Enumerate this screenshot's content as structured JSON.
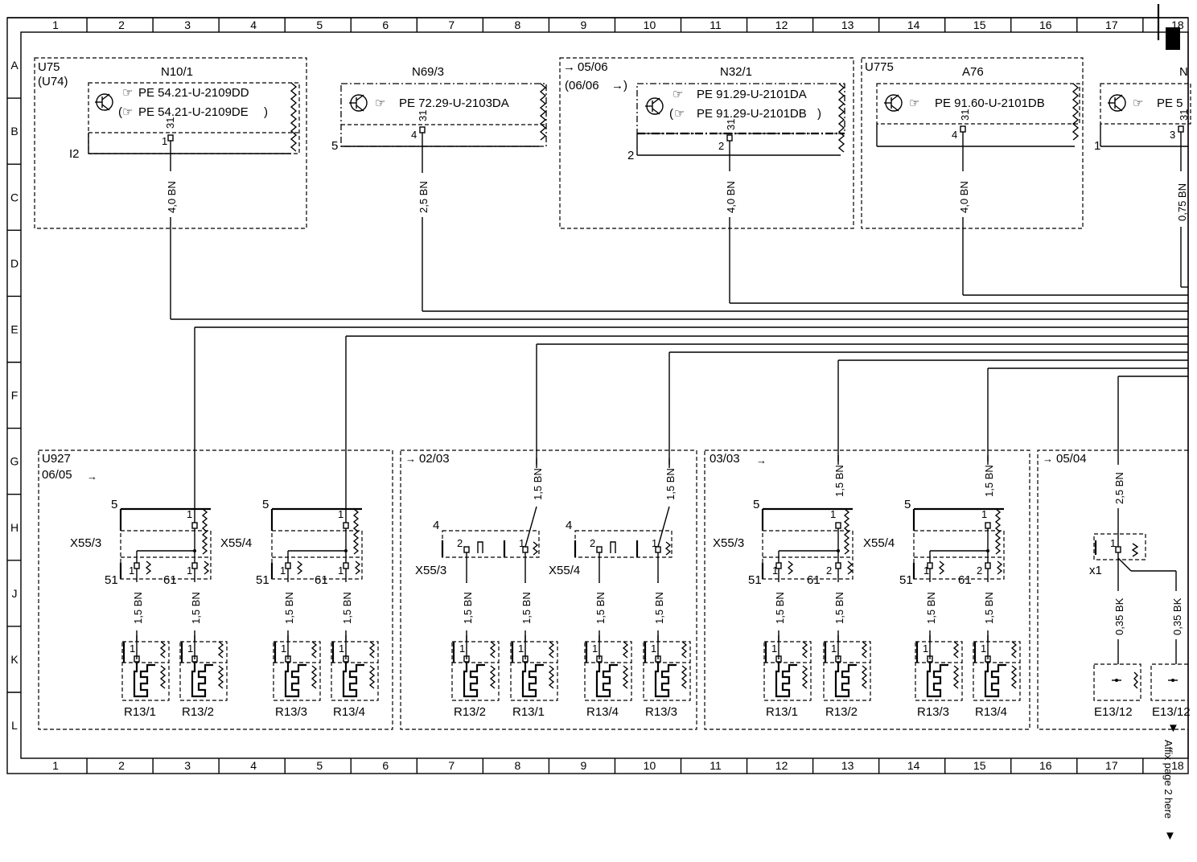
{
  "grid": {
    "columns": [
      "1",
      "2",
      "3",
      "4",
      "5",
      "6",
      "7",
      "8",
      "9",
      "10",
      "11",
      "12",
      "13",
      "14",
      "15",
      "16",
      "17",
      "18"
    ],
    "rows": [
      "A",
      "B",
      "C",
      "D",
      "E",
      "F",
      "G",
      "H",
      "J",
      "K",
      "L"
    ]
  },
  "top_modules": {
    "n10_1": {
      "group": "U75",
      "group_alt": "(U74)",
      "name": "N10/1",
      "ref1": "PE 54.21-U-2109DD",
      "ref2": "PE 54.21-U-2109DE",
      "pin_label": "31",
      "pin": "1",
      "side": "I2",
      "wire": "4,0 BN"
    },
    "n69_3": {
      "name": "N69/3",
      "ref1": "PE 72.29-U-2103DA",
      "pin_label": "31",
      "pin": "4",
      "side": "5",
      "wire": "2,5 BN"
    },
    "n32_1": {
      "date1": "05/06",
      "date2": "(06/06",
      "name": "N32/1",
      "ref1": "PE 91.29-U-2101DA",
      "ref2": "PE 91.29-U-2101DB",
      "pin_label": "31",
      "pin": "2",
      "side": "2",
      "wire": "4,0 BN"
    },
    "a76": {
      "group": "U775",
      "name": "A76",
      "ref1": "PE 91.60-U-2101DB",
      "pin_label": "31",
      "pin": "4",
      "wire": "4,0 BN"
    },
    "partial": {
      "name": "N",
      "ref1": "PE 5",
      "pin_label": "31",
      "pin": "3",
      "side": "1",
      "wire": "0,75 BN"
    }
  },
  "lower_groups": [
    {
      "label1": "U927",
      "label2": "06/05",
      "arrow": "→"
    },
    {
      "label1": "02/03",
      "arrow": "→"
    },
    {
      "label1": "03/03",
      "arrow": "→"
    },
    {
      "label1": "05/04",
      "arrow": "→"
    }
  ],
  "connectors": {
    "x55_3": "X55/3",
    "x55_4": "X55/4",
    "x1": "x1",
    "pins": {
      "p1": "1",
      "p2": "2",
      "p4": "4",
      "p5": "5",
      "p51": "51",
      "p61": "61"
    }
  },
  "wires": {
    "bn15": "1,5 BN",
    "bn25": "2,5 BN",
    "bk035": "0,35 BK"
  },
  "heaters": {
    "g1": [
      "R13/1",
      "R13/2",
      "R13/3",
      "R13/4"
    ],
    "g2": [
      "R13/2",
      "R13/1",
      "R13/4",
      "R13/3"
    ],
    "g3": [
      "R13/1",
      "R13/2",
      "R13/3",
      "R13/4"
    ],
    "g4": [
      "E13/12",
      "E13/12"
    ]
  },
  "side_note": "Affix page 2 here",
  "colors": {
    "line": "#000000",
    "background": "#ffffff"
  }
}
